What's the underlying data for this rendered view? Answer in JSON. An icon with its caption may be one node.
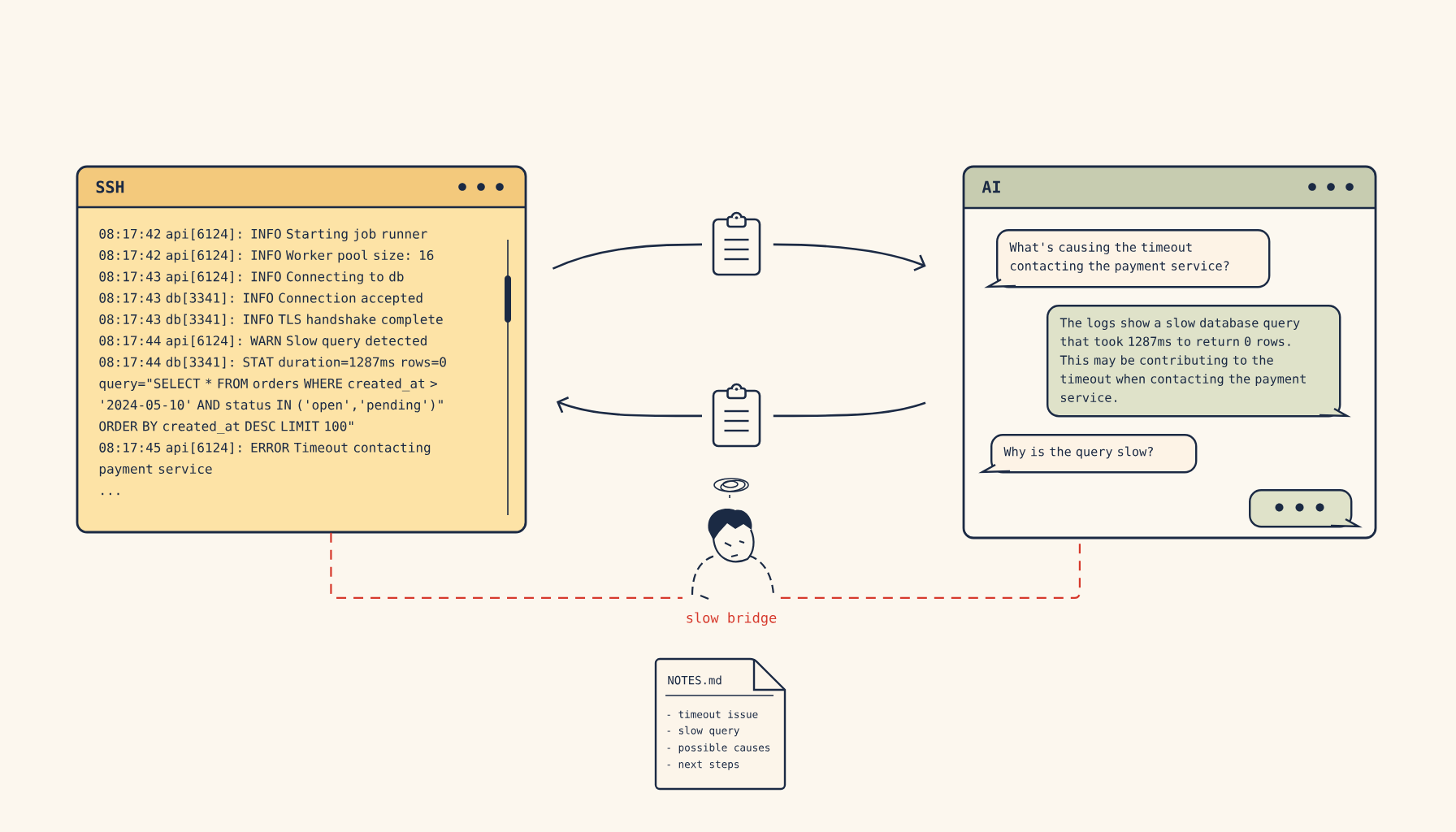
{
  "diagram": {
    "nodes": [
      {
        "text": [
          "SSH",
          "08:17:42 api[6124]: INFO Starting job runner",
          "08:17:42 api[6124]: INFO Worker pool size: 16",
          "08:17:43 api[6124]: INFO Connecting to db",
          "08:17:43 db[3341]: INFO Connection accepted",
          "08:17:43 db[3341]: INFO TLS handshake complete",
          "08:17:44 api[6124]: WARN Slow query detected",
          "08:17:44 db[3341]: STAT duration=1287ms rows=0",
          "query=\"SELECT * FROM orders WHERE created_at > '2024-05-10' AND status IN ('open','pending')\" ORDER BY created_at DESC LIMIT 100\"",
          "08:17:45 api[6124]: ERROR Timeout contacting payment service",
          "..."
        ]
      },
      {
        "text": [
          "AI"
        ]
      },
      {
        "text": [
          "What's causing the timeout contacting the payment service?"
        ],
        "in": 1
      },
      {
        "text": [
          "The logs show a slow database query that took 1287ms to return 0 rows. This may be contributing to the timeout when contacting the payment service."
        ],
        "in": 1
      },
      {
        "text": [
          "Why is the query slow?"
        ],
        "in": 1
      },
      {
        "text": [],
        "shape": "box",
        "in": 1
      },
      {
        "text": [],
        "shape": "picture"
      },
      {
        "text": [],
        "shape": "picture"
      },
      {
        "text": [],
        "shape": "person",
        "beside": [
          "slow bridge"
        ]
      },
      {
        "text": [
          "NOTES.md",
          "- timeout issue",
          "- slow query",
          "- possible causes",
          "- next steps"
        ]
      }
    ],
    "edges": [
      {
        "from": 0,
        "to": 6,
        "arrow": "none"
      },
      {
        "from": 6,
        "to": 1,
        "arrow": "to"
      },
      {
        "from": 1,
        "to": 7,
        "arrow": "none"
      },
      {
        "from": 7,
        "to": 0,
        "arrow": "to"
      },
      {
        "from": 0,
        "to": 8,
        "arrow": "none",
        "style": "dashed",
        "color": "#d6392c"
      },
      {
        "from": 8,
        "to": 1,
        "arrow": "none",
        "style": "dashed",
        "color": "#d6392c"
      }
    ]
  }
}
